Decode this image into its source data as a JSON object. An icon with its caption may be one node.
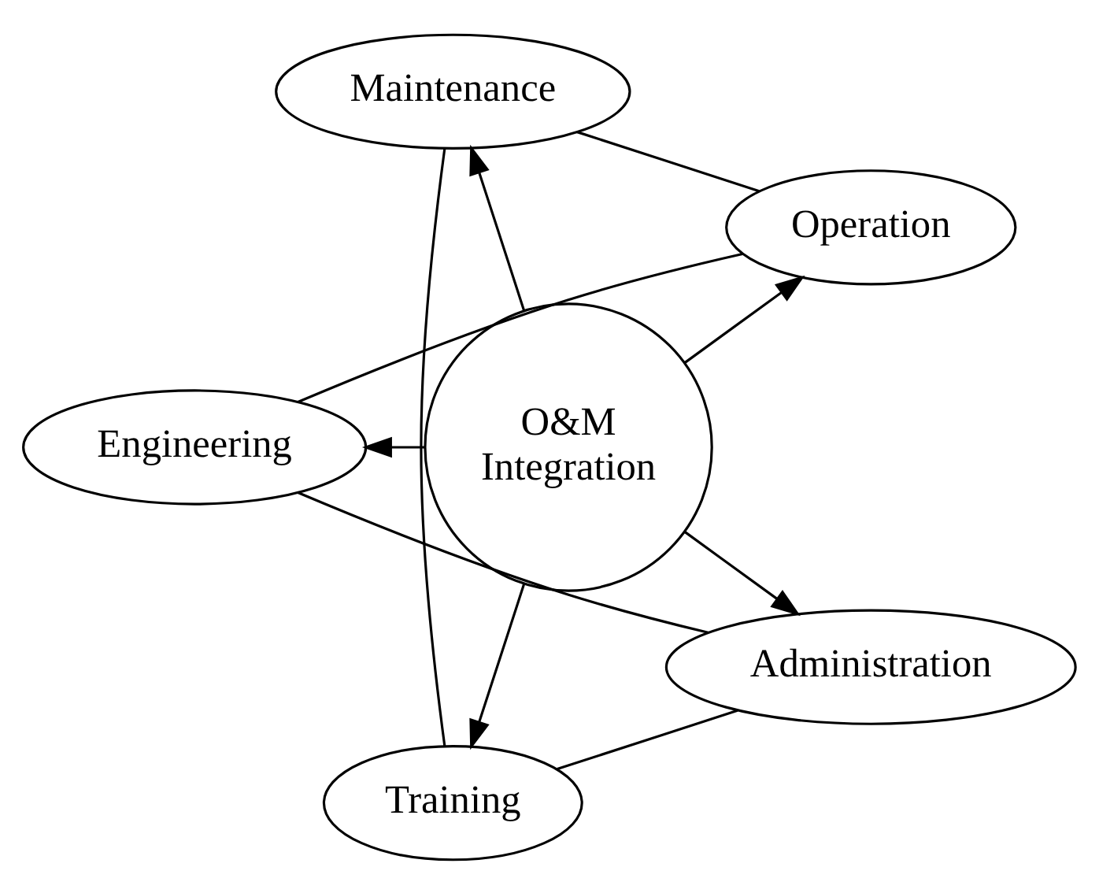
{
  "diagram": {
    "nodes": [
      {
        "text": [
          "Operation"
        ]
      },
      {
        "text": [
          "Maintenance"
        ]
      },
      {
        "text": [
          "O&M Integration"
        ]
      },
      {
        "text": [
          "Engineering"
        ]
      },
      {
        "text": [
          "Training"
        ]
      },
      {
        "text": [
          "Administration"
        ]
      }
    ],
    "edges": [
      {
        "from": 2,
        "to": 0,
        "arrow": "to"
      },
      {
        "from": 2,
        "to": 3,
        "arrow": "to"
      },
      {
        "from": 2,
        "to": 5,
        "arrow": "to"
      },
      {
        "from": 2,
        "to": 4,
        "arrow": "to"
      },
      {
        "from": 2,
        "to": 1,
        "arrow": "to"
      },
      {
        "from": 0,
        "to": 3,
        "arrow": "none"
      },
      {
        "from": 3,
        "to": 5,
        "arrow": "none"
      },
      {
        "from": 5,
        "to": 4,
        "arrow": "none"
      },
      {
        "from": 4,
        "to": 1,
        "arrow": "none"
      },
      {
        "from": 1,
        "to": 0,
        "arrow": "none"
      }
    ]
  }
}
